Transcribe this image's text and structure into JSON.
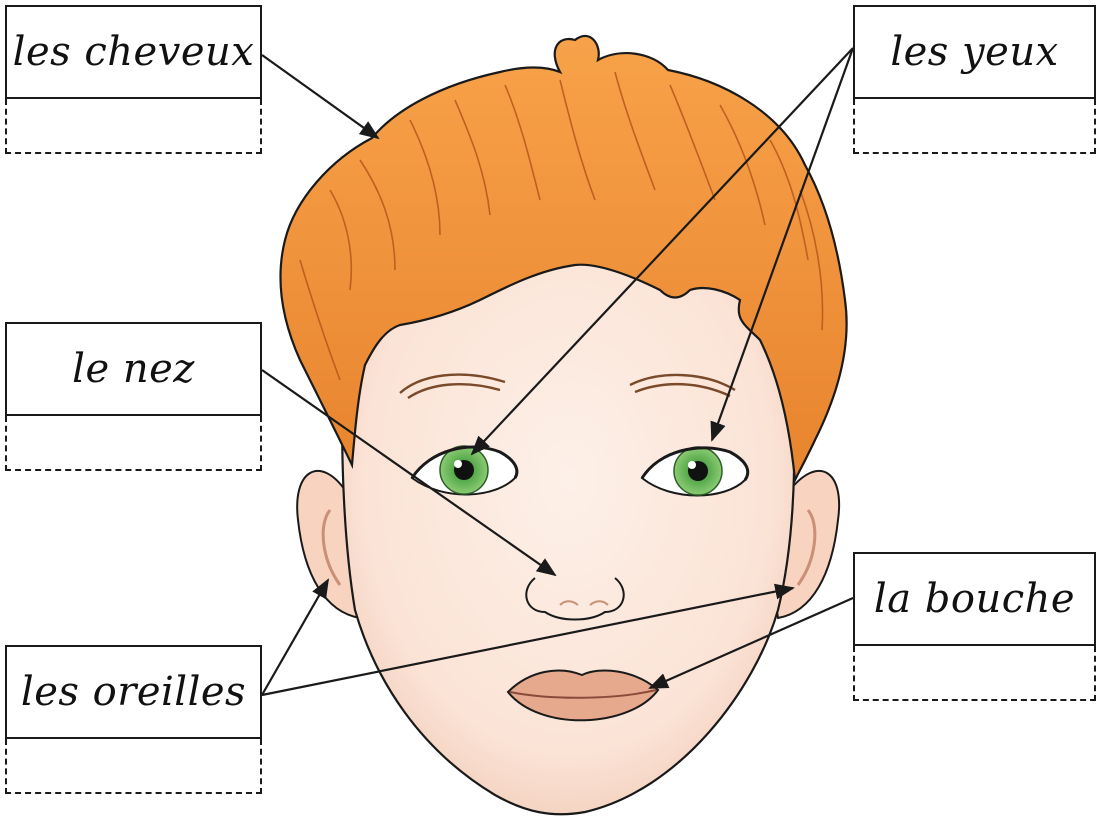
{
  "labels": {
    "cheveux": "les cheveux",
    "yeux": "les yeux",
    "nez": "le nez",
    "oreilles": "les oreilles",
    "bouche": "la bouche"
  },
  "colors": {
    "hair": "#F0913A",
    "hair_dark": "#D96E1F",
    "skin": "#FBE3D6",
    "skin_shadow": "#EFC3AE",
    "iris": "#5BB04A",
    "lips": "#E6A98E",
    "ink": "#1A1A1A"
  }
}
